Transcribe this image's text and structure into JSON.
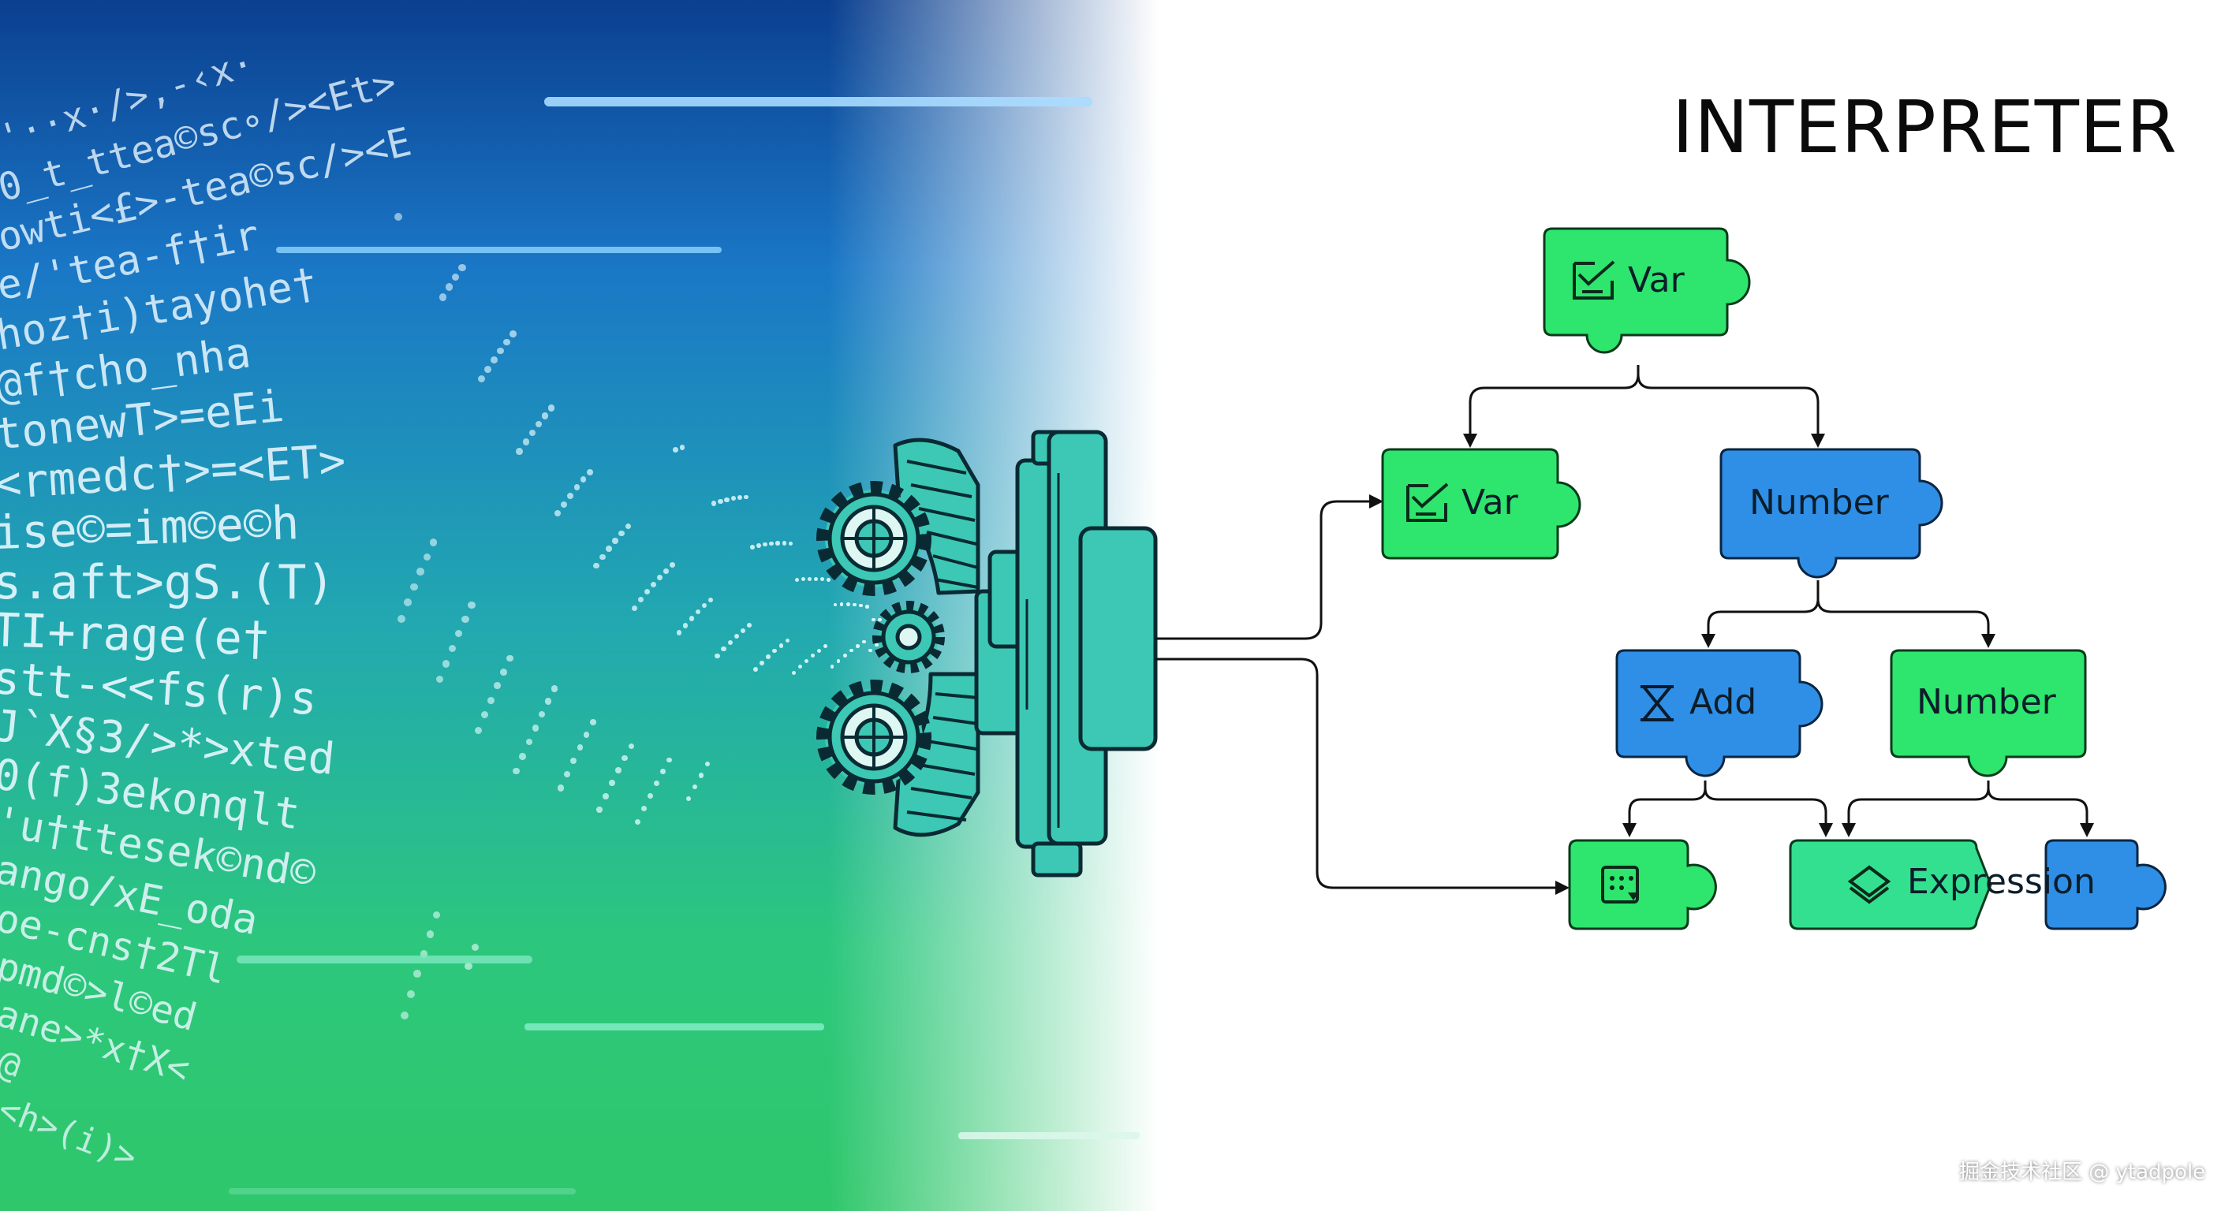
{
  "diagram": {
    "title": "INTERPRETER",
    "nodes": {
      "root": {
        "label": "Var",
        "icon": "checklist-icon",
        "color": "#2ee56d"
      },
      "left": {
        "label": "Var",
        "icon": "checklist-icon",
        "color": "#2ee56d"
      },
      "number_blue": {
        "label": "Number",
        "color": "#2f8fe6"
      },
      "add": {
        "label": "Add",
        "icon": "hourglass-icon",
        "color": "#2f8fe6"
      },
      "number_green": {
        "label": "Number",
        "color": "#2ee56d"
      },
      "dots": {
        "label": "",
        "icon": "dotted-grid-icon",
        "color": "#2ee56d"
      },
      "expression": {
        "label": "Expression",
        "icon": "layers-icon",
        "color": "#33e08f"
      },
      "small_blue": {
        "label": "",
        "color": "#2f8fe6"
      }
    }
  },
  "colors": {
    "green_piece": "#2ee56d",
    "blue_piece": "#2f8fe6",
    "machine_teal": "#3cc8b4",
    "outline": "#0a2a33"
  },
  "source_glyphs": [
    "'··x·/>,-‹x·",
    "0_t_ttea©sc∘/><Et>",
    "owti<£>-tea©sc/><E",
    "e/'tea-f†ir",
    "hoz†i)tayohe†",
    "@f†cho_nha",
    "tonewT>=eEi",
    "<rmedc†>=<ET>",
    "ise©=im©e©h",
    "s.aft>gS.(T)",
    "TI+rage(e†",
    "stt-<<fs(r)s",
    "J`X§3/>*>xted",
    "0(f)3ekonqlt",
    "'u†ttesek©nd©",
    "ango/xE_oda",
    "oe-cns†2Tl",
    "pmd©>l©ed",
    "ane>*x†X<",
    "@",
    "<h>(i)>"
  ],
  "watermark": "掘金技术社区 @ ytadpole"
}
